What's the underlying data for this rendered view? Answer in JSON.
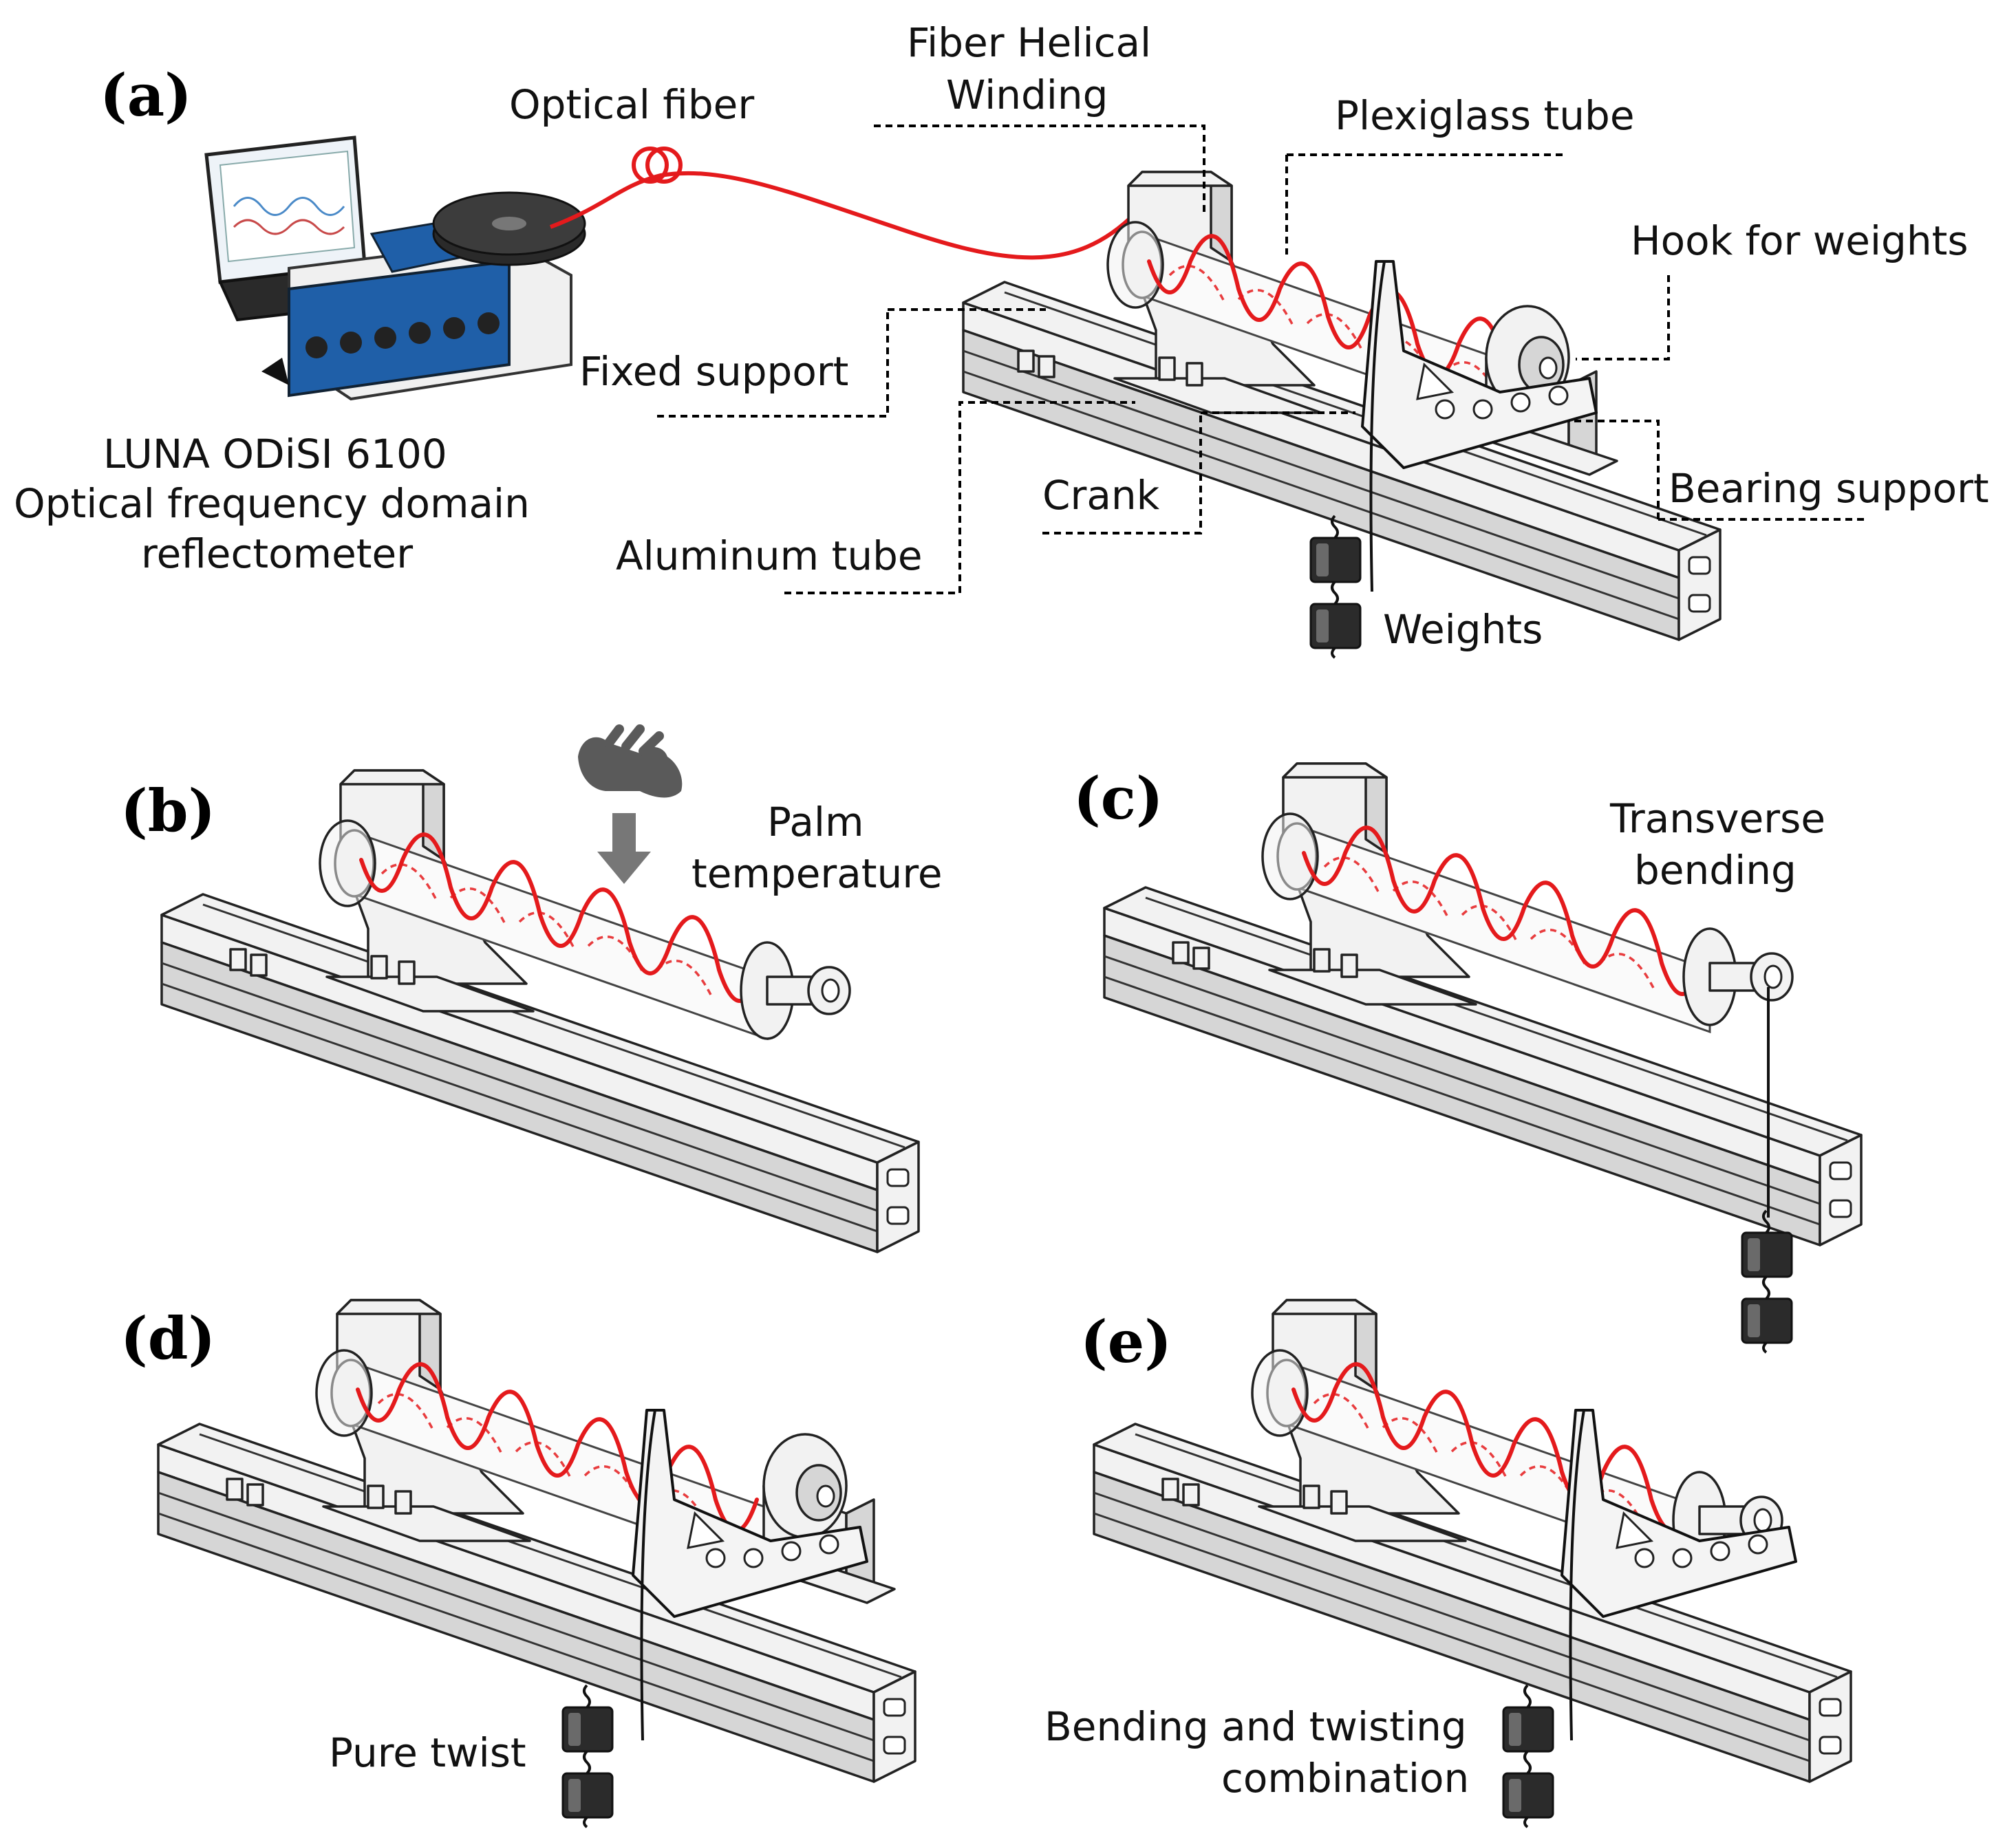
{
  "panels": {
    "a": {
      "letter": "(a)",
      "labels": {
        "optical_fiber": "Optical fiber",
        "fiber_helical_line1": "Fiber Helical",
        "fiber_helical_line2": "Winding",
        "plexiglass_tube": "Plexiglass tube",
        "hook_for_weights": "Hook for weights",
        "fixed_support": "Fixed support",
        "bearing_support": "Bearing support",
        "crank": "Crank",
        "aluminum_tube": "Aluminum tube",
        "weights": "Weights",
        "device_line1": "LUNA ODiSI 6100",
        "device_line2": "Optical frequency domain",
        "device_line3": "reflectometer"
      }
    },
    "b": {
      "letter": "(b)",
      "label_line1": "Palm",
      "label_line2": "temperature"
    },
    "c": {
      "letter": "(c)",
      "label_line1": "Transverse",
      "label_line2": "bending"
    },
    "d": {
      "letter": "(d)",
      "label_line1": "Pure twist"
    },
    "e": {
      "letter": "(e)",
      "label_line1": "Bending and twisting",
      "label_line2": "combination"
    }
  },
  "colors": {
    "fiber": "#e41a1c",
    "weight": "#2b2b2b",
    "device_blue": "#1f5fa8",
    "hand": "#5a5a5a"
  },
  "icons": {
    "hand": "hand-icon",
    "arrow": "arrow-down-icon",
    "fiber_coil": "fiber-coil-icon",
    "spool": "fiber-spool-icon",
    "laptop": "laptop-icon",
    "interrogator": "interrogator-device-icon"
  }
}
